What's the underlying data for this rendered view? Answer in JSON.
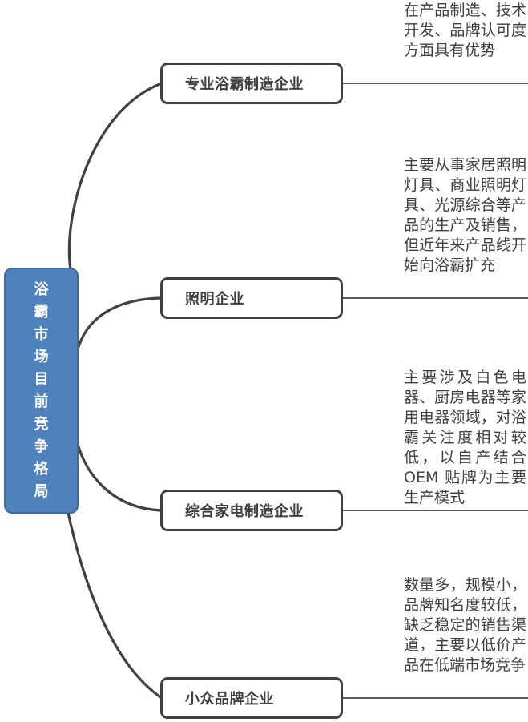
{
  "root": {
    "label": "浴霸市场目前竞争格局"
  },
  "branches": [
    {
      "label": "专业浴霸制造企业",
      "description": "在产品制造、技术开发、品牌认可度方面具有优势"
    },
    {
      "label": "照明企业",
      "description": "主要从事家居照明灯具、商业照明灯具、光源综合等产品的生产及销售，但近年来产品线开始向浴霸扩充"
    },
    {
      "label": "综合家电制造企业",
      "description": "主要涉及白色电器、厨房电器等家用电器领域，对浴霸关注度相对较低，以自产结合OEM 贴牌为主要生产模式"
    },
    {
      "label": "小众品牌企业",
      "description": "数量多，规模小，品牌知名度较低，缺乏稳定的销售渠道，主要以低价产品在低端市场竞争"
    }
  ],
  "colors": {
    "root_fill": "#4F81BD",
    "root_border": "#41699C",
    "curve_stroke": "#404040",
    "connector_line": "#595959",
    "text": "#3F3F3F",
    "root_text": "#FFFFFF"
  }
}
